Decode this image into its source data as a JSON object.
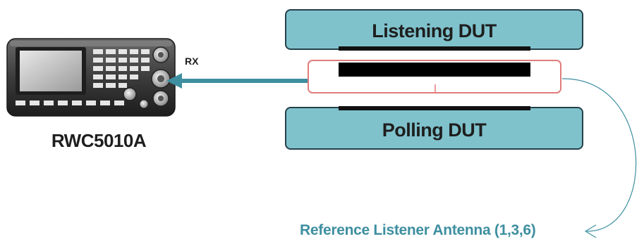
{
  "labels": {
    "listening_dut": "Listening DUT",
    "polling_dut": "Polling DUT",
    "device": "RWC5010A",
    "rx": "RX",
    "reference_antenna": "Reference Listener Antenna (1,3,6)"
  },
  "colors": {
    "dut_fill": "#7fc2cc",
    "dut_border": "#25404a",
    "antenna_outline": "#e07c7c",
    "arrow": "#3e8fa0",
    "reference_text": "#3e8fa0",
    "device_body": "#3a3a3a"
  },
  "icons": {
    "device": "signal-analyzer-icon",
    "arrow": "rx-arrow",
    "connector": "curved-connector"
  }
}
